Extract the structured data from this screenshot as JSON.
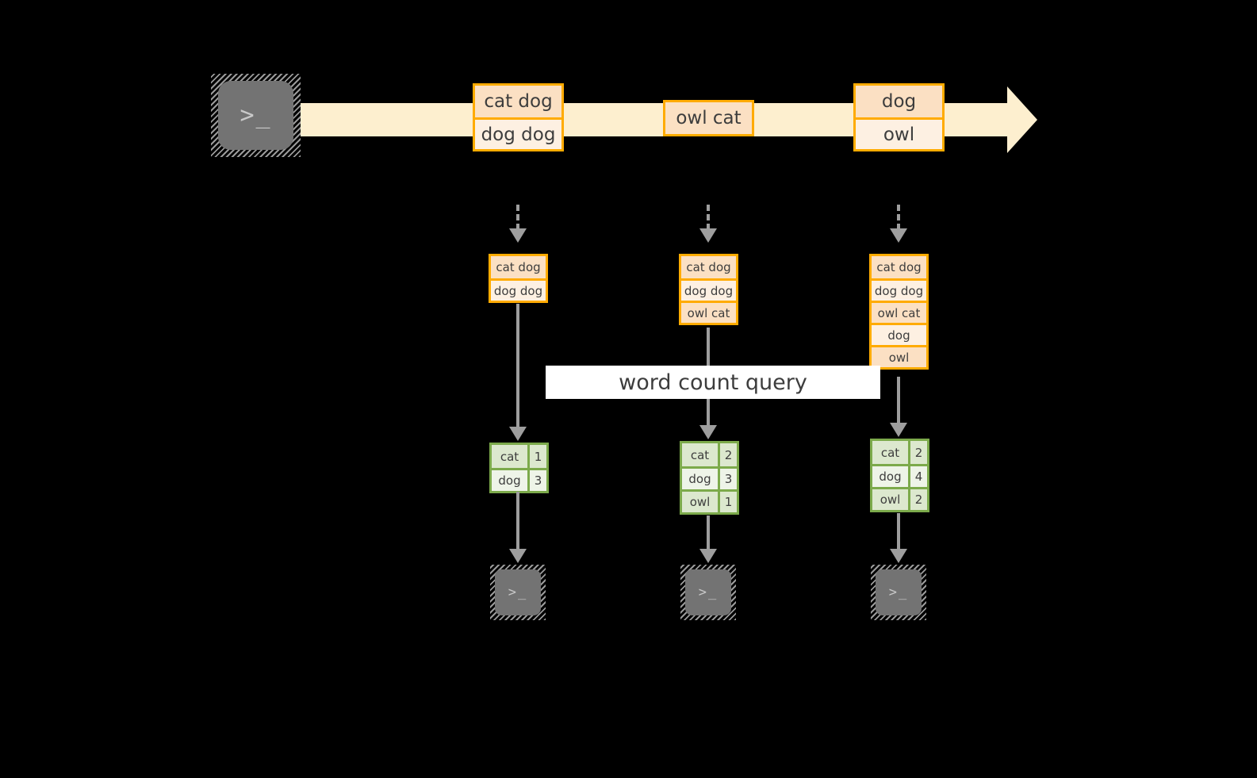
{
  "diagram": {
    "title_banner": "word count query",
    "colors": {
      "stream_band": "#FDEFCF",
      "record_border": "#FFAB00",
      "record_fill_dark": "#FBE0C3",
      "record_fill_light": "#FDF0E2",
      "result_border": "#7CAA4B",
      "result_fill_dark": "#DCE8CE",
      "result_fill_light": "#EEF4E8",
      "connector": "#9E9E9E",
      "terminal_body": "#737373",
      "background": "#000000"
    },
    "source": {
      "icon": "terminal-icon",
      "glyph": ">_"
    },
    "stream": {
      "icon": "arrow-right-icon",
      "records": [
        {
          "lines": [
            "cat dog",
            "dog dog"
          ]
        },
        {
          "lines": [
            "owl cat"
          ]
        },
        {
          "lines": [
            "dog",
            "owl"
          ]
        }
      ]
    },
    "columns": [
      {
        "accumulated": [
          "cat dog",
          "dog dog"
        ],
        "result": {
          "rows": [
            {
              "word": "cat",
              "count": "1"
            },
            {
              "word": "dog",
              "count": "3"
            }
          ]
        },
        "sink": {
          "icon": "terminal-icon",
          "glyph": ">_"
        }
      },
      {
        "accumulated": [
          "cat dog",
          "dog dog",
          "owl cat"
        ],
        "result": {
          "rows": [
            {
              "word": "cat",
              "count": "2"
            },
            {
              "word": "dog",
              "count": "3"
            },
            {
              "word": "owl",
              "count": "1"
            }
          ]
        },
        "sink": {
          "icon": "terminal-icon",
          "glyph": ">_"
        }
      },
      {
        "accumulated": [
          "cat dog",
          "dog dog",
          "owl cat",
          "dog",
          "owl"
        ],
        "result": {
          "rows": [
            {
              "word": "cat",
              "count": "2"
            },
            {
              "word": "dog",
              "count": "4"
            },
            {
              "word": "owl",
              "count": "2"
            }
          ]
        },
        "sink": {
          "icon": "terminal-icon",
          "glyph": ">_"
        }
      }
    ]
  }
}
